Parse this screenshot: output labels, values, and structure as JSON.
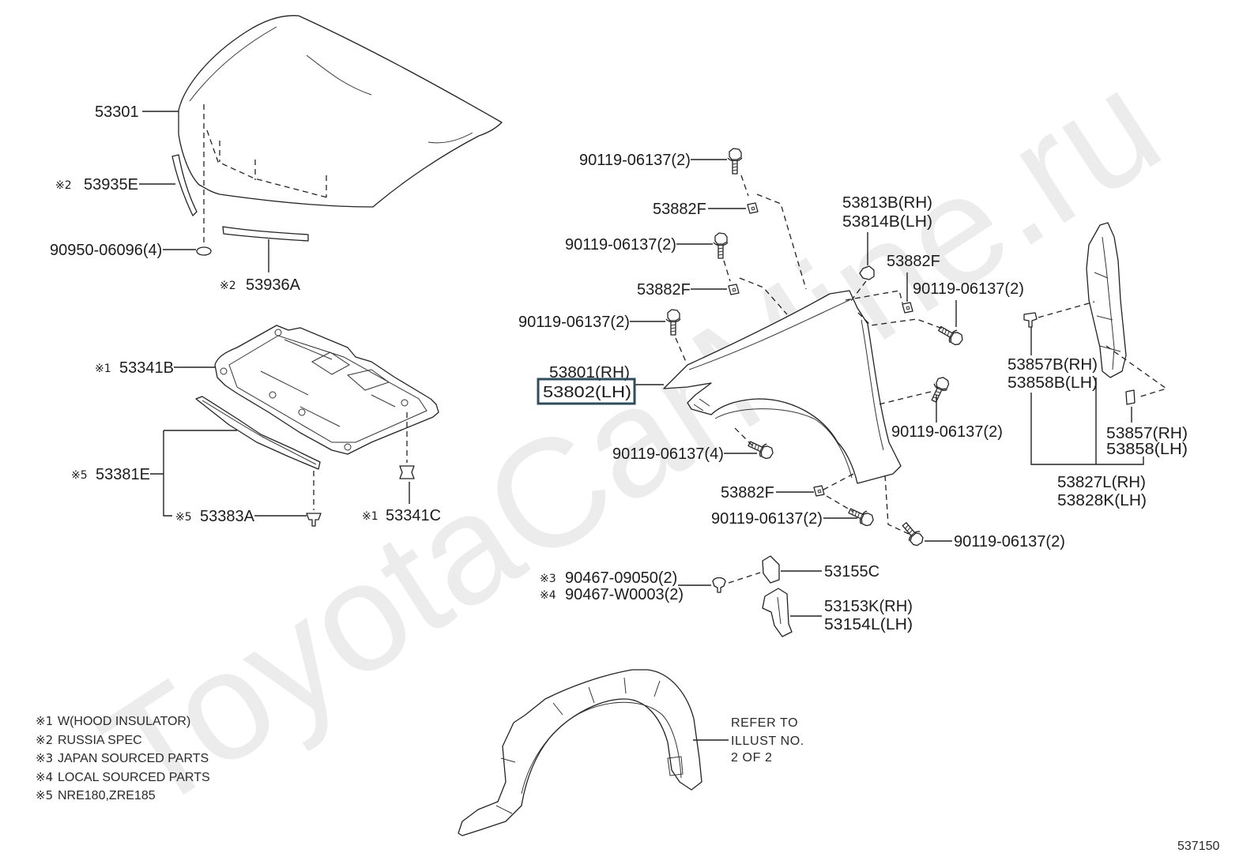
{
  "watermark": "ToyotaCarMine.ru",
  "callouts": {
    "hood": {
      "part": "53301"
    },
    "hood_front_seal": {
      "mark": "※2",
      "part": "53935E"
    },
    "hood_clip": {
      "part": "90950-06096(4)"
    },
    "hood_rear_seal": {
      "mark": "※2",
      "part": "53936A"
    },
    "hood_insulator": {
      "mark": "※1",
      "part": "53341B"
    },
    "insulator_seal": {
      "mark": "※5",
      "part": "53381E"
    },
    "insulator_seal_clip": {
      "mark": "※5",
      "part": "53383A"
    },
    "insulator_clip": {
      "mark": "※1",
      "part": "53341C"
    },
    "fender_bolt_top": {
      "part": "90119-06137(2)"
    },
    "fender_clip_top": {
      "part": "53882F"
    },
    "fender_nut": {
      "rh": "53813B(RH)",
      "lh": "53814B(LH)"
    },
    "fender_bolt_upper": {
      "part": "90119-06137(2)"
    },
    "fender_clip_rear": {
      "part": "53882F"
    },
    "fender_bolt_rear_upper": {
      "part": "90119-06137(2)"
    },
    "fender_clip_upper": {
      "part": "53882F"
    },
    "fender_bolt_front": {
      "part": "90119-06137(2)"
    },
    "fender": {
      "rh": "53801(RH)",
      "lh": "53802(LH)"
    },
    "bracket_clip": {
      "rh": "53857B(RH)",
      "lh": "53858B(LH)"
    },
    "fender_bolt_rear": {
      "part": "90119-06137(2)"
    },
    "fender_bolt_lower": {
      "part": "90119-06137(4)"
    },
    "bracket_retainer": {
      "rh": "53857(RH)",
      "lh": "53858(LH)"
    },
    "fender_clip_lower": {
      "part": "53882F"
    },
    "fender_bracket": {
      "rh": "53827L(RH)",
      "lh": "53828K(LH)"
    },
    "fender_bolt_bottom": {
      "part": "90119-06137(2)"
    },
    "fender_bolt_rocker": {
      "part": "90119-06137(2)"
    },
    "liner_clip": {
      "mark": "※3",
      "part": "90467-09050(2)",
      "mark_alt": "※4",
      "part_alt": "90467-W0003(2)"
    },
    "protector": {
      "part": "53155C"
    },
    "protector_bracket": {
      "rh": "53153K(RH)",
      "lh": "53154L(LH)"
    },
    "liner_reference": {
      "line1": "REFER TO",
      "line2": "ILLUST NO.",
      "line3": "2 OF 2"
    }
  },
  "notes": [
    {
      "mark": "※1",
      "text": "W(HOOD INSULATOR)"
    },
    {
      "mark": "※2",
      "text": "RUSSIA SPEC"
    },
    {
      "mark": "※3",
      "text": "JAPAN SOURCED PARTS"
    },
    {
      "mark": "※4",
      "text": "LOCAL SOURCED PARTS"
    },
    {
      "mark": "※5",
      "text": "NRE180,ZRE185"
    }
  ],
  "illustration_number": "537150",
  "colors": {
    "line": "#222222",
    "highlight": "#2f4c5c",
    "watermark": "#ececec",
    "background": "#ffffff"
  }
}
